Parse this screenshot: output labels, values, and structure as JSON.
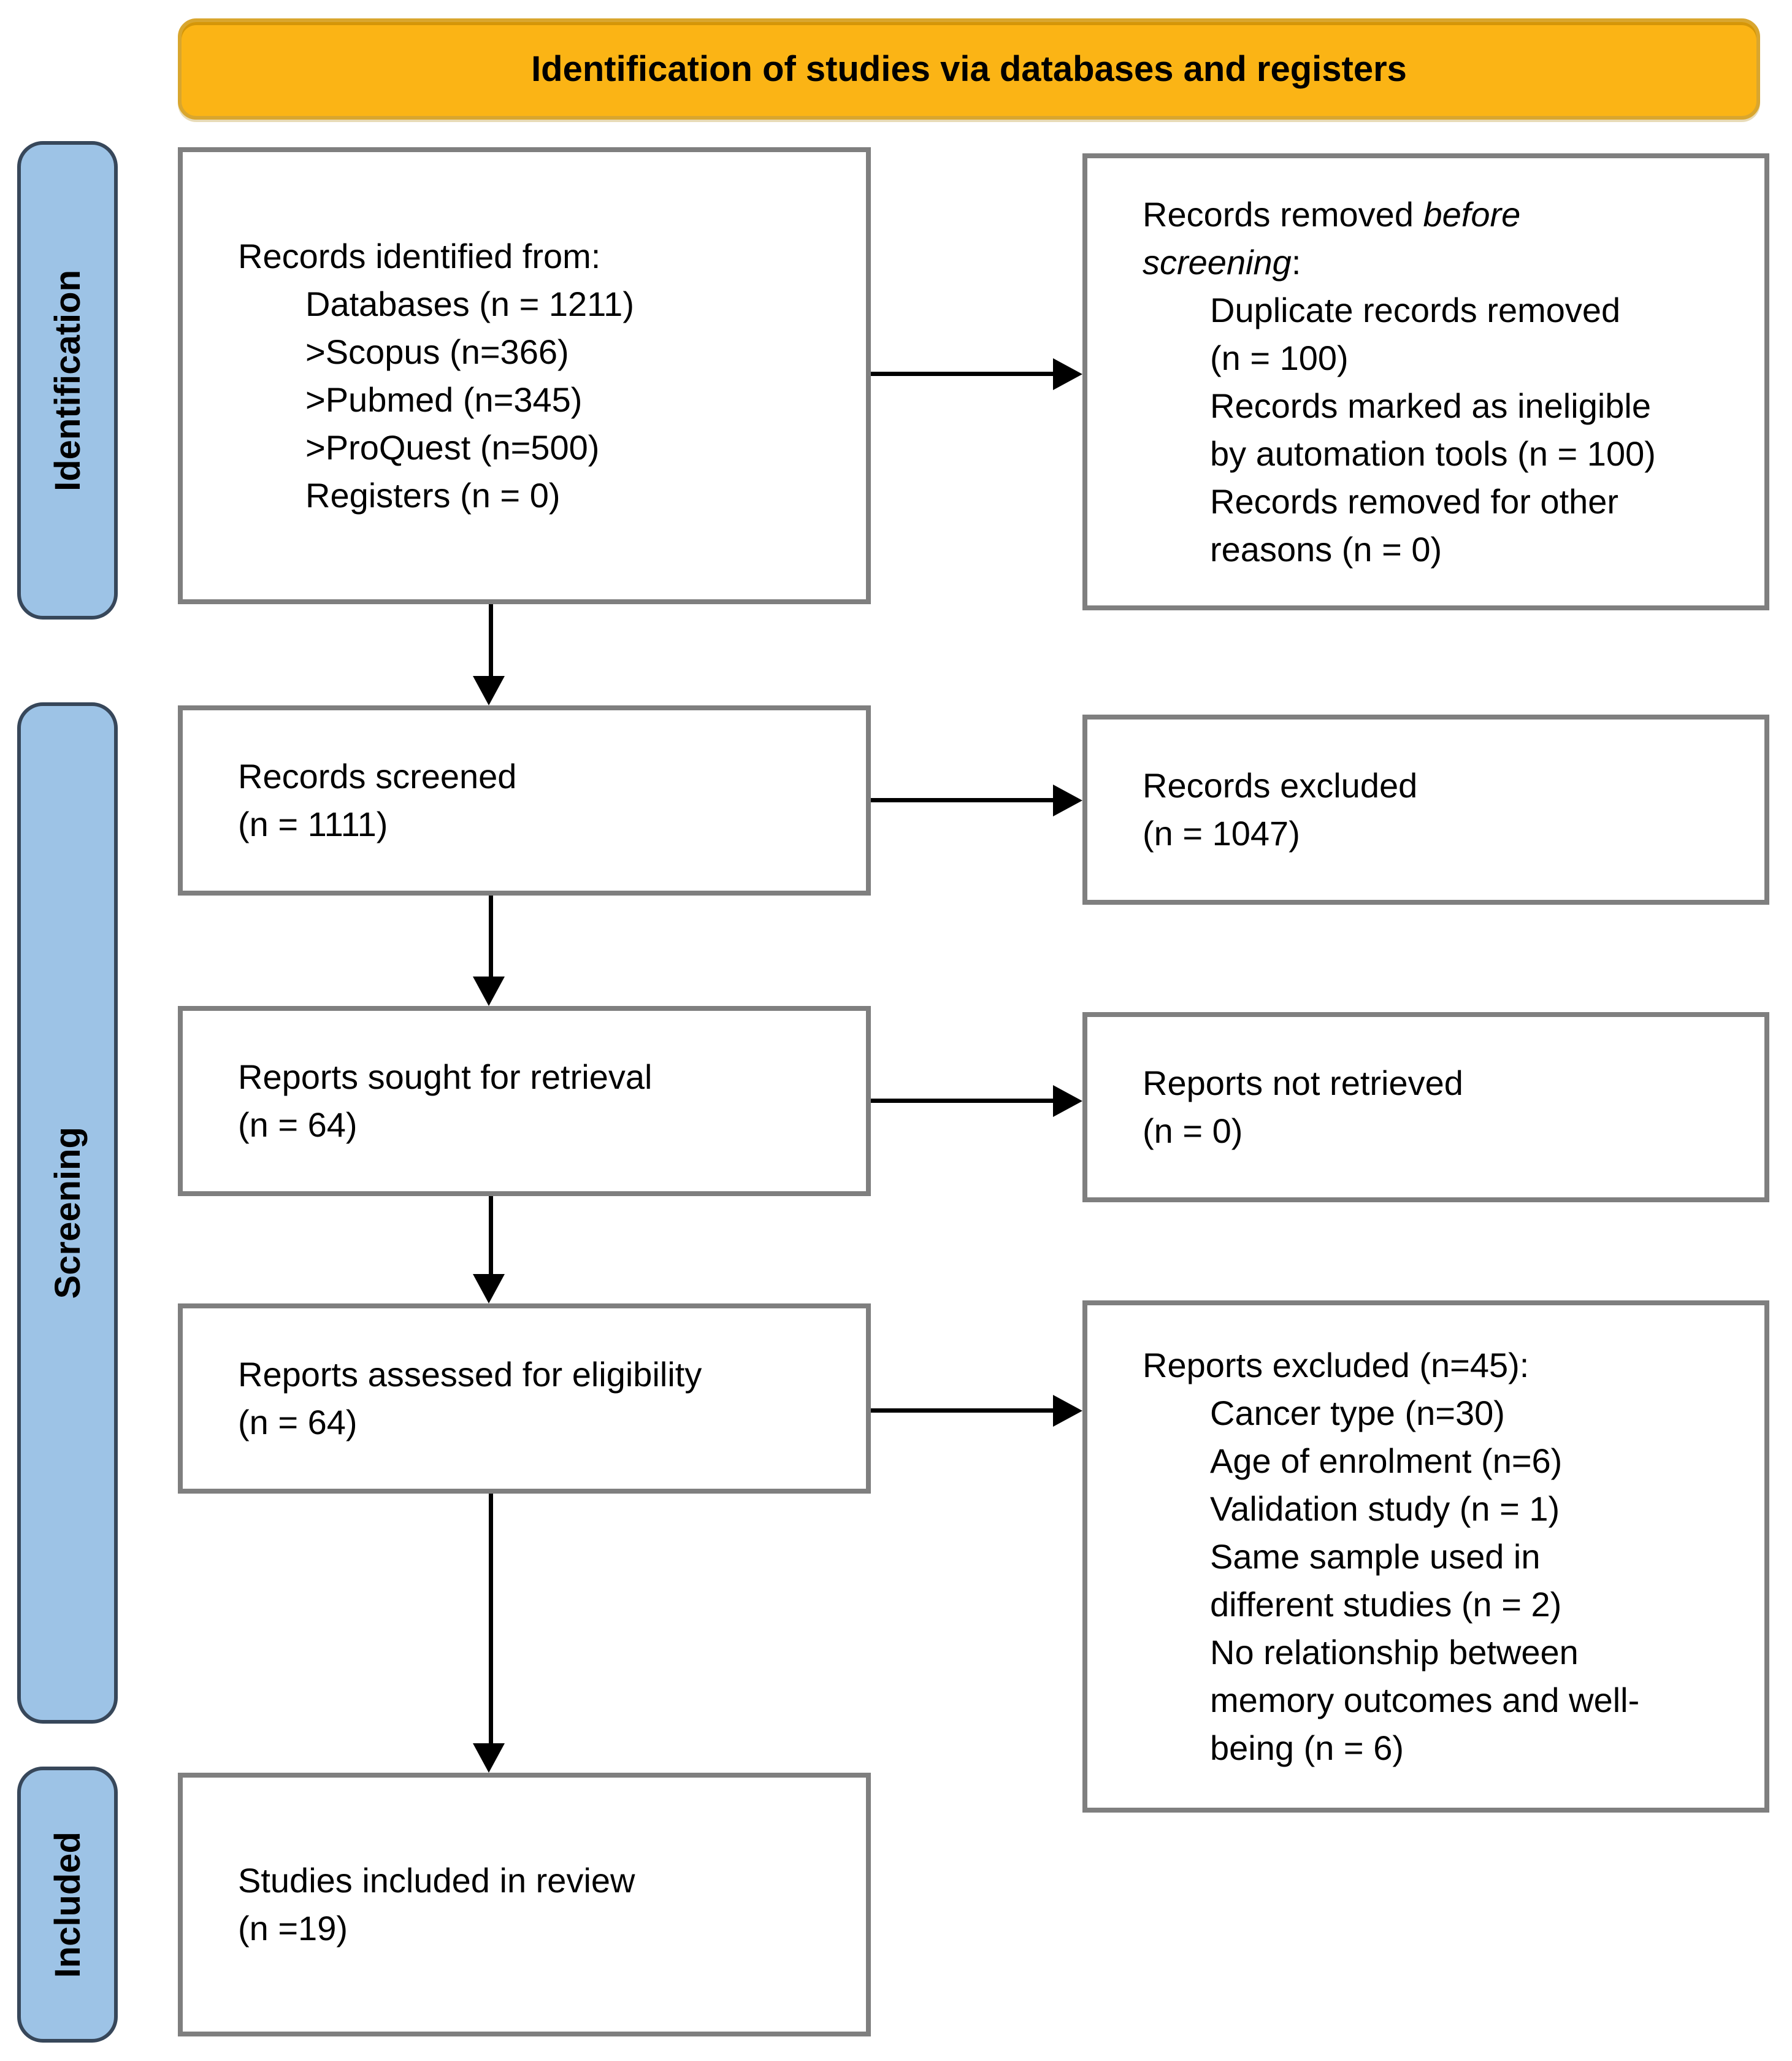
{
  "header": {
    "title": "Identification of studies via databases and registers"
  },
  "sidebar": {
    "identification_label": "Identification",
    "screening_label": "Screening",
    "included_label": "Included"
  },
  "boxes": {
    "records_identified": {
      "title": "Records identified from:",
      "items": [
        "Databases (n = 1211)",
        ">Scopus (n=366)",
        ">Pubmed (n=345)",
        ">ProQuest (n=500)",
        "Registers (n = 0)"
      ]
    },
    "records_removed": {
      "line1_normal": "Records removed ",
      "line1_italic": "before",
      "line2_italic": "screening",
      "line2_suffix": ":",
      "items": [
        "Duplicate records removed",
        "(n = 100)",
        "Records marked as ineligible",
        "by automation tools (n = 100)",
        "Records removed for other",
        "reasons (n = 0)"
      ]
    },
    "records_screened": {
      "line1": "Records screened",
      "line2": "(n = 1111)"
    },
    "records_excluded": {
      "line1": "Records excluded",
      "line2": "(n = 1047)"
    },
    "reports_sought": {
      "line1": "Reports sought for retrieval",
      "line2": "(n = 64)"
    },
    "reports_not_retrieved": {
      "line1": "Reports not retrieved",
      "line2": "(n = 0)"
    },
    "reports_assessed": {
      "line1": "Reports assessed for eligibility",
      "line2": "(n = 64)"
    },
    "reports_excluded": {
      "title": "Reports excluded (n=45):",
      "items": [
        "Cancer type (n=30)",
        "Age of enrolment (n=6)",
        "Validation study (n = 1)",
        "Same sample used in",
        "different studies (n = 2)",
        "No relationship between",
        "memory outcomes and well-",
        "being (n = 6)"
      ]
    },
    "studies_included": {
      "line1": "Studies included in review",
      "line2": "(n =19)"
    }
  },
  "colors": {
    "header_fill": "#FBB415",
    "header_border": "#D9A62E",
    "stage_fill": "#9DC3E6",
    "stage_border": "#37475A",
    "box_border": "#7F7F7F",
    "arrow_color": "#000000",
    "text_color": "#000000"
  }
}
